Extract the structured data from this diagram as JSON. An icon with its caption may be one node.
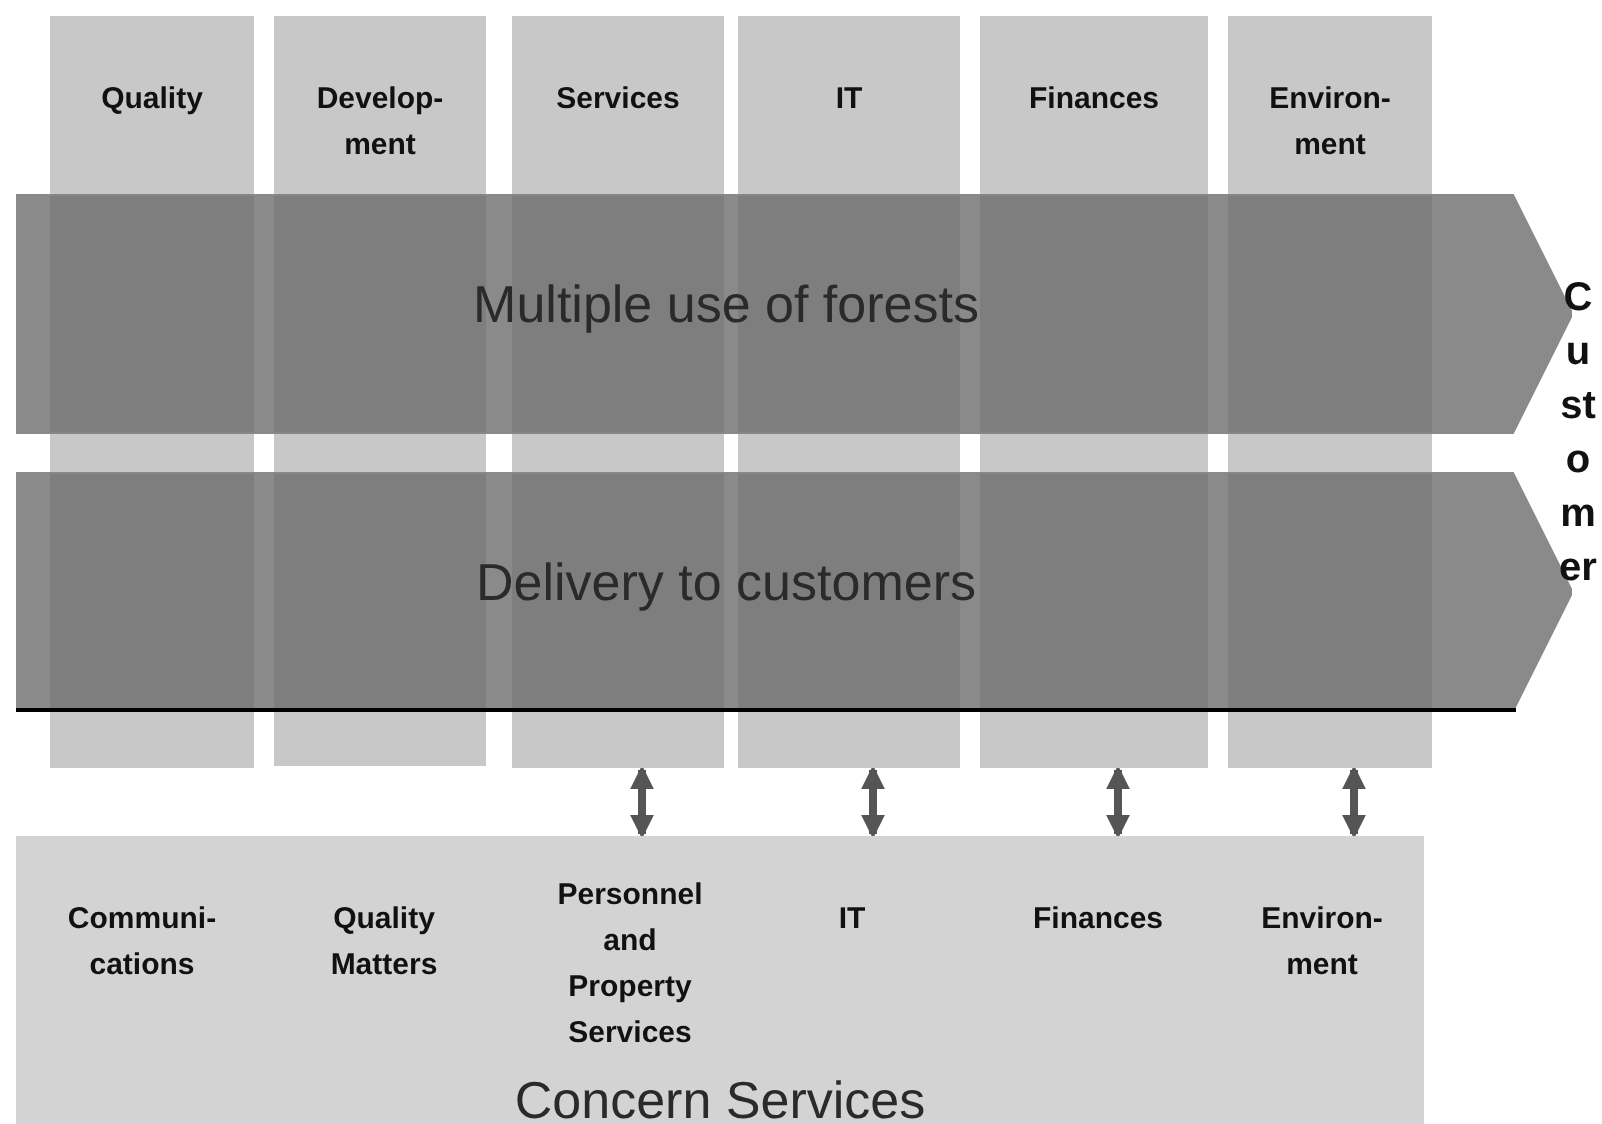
{
  "diagram": {
    "nodes": [
      {
        "text": [
          "Quality"
        ]
      },
      {
        "text": [
          "Develop- ment"
        ]
      },
      {
        "text": [
          "Services"
        ]
      },
      {
        "text": [
          "IT"
        ]
      },
      {
        "text": [
          "Finances"
        ]
      },
      {
        "text": [
          "Environ- ment"
        ]
      },
      {
        "text": [
          "Multiple use of forests"
        ]
      },
      {
        "text": [
          "Delivery to customers"
        ]
      },
      {
        "text": [
          "Concern Services"
        ]
      },
      {
        "text": [
          "Communi- cations"
        ],
        "in": 8
      },
      {
        "text": [
          "Quality Matters"
        ],
        "in": 8
      },
      {
        "text": [
          "Personnel and Property Services"
        ],
        "in": 8
      },
      {
        "text": [
          "IT"
        ],
        "in": 8
      },
      {
        "text": [
          "Finances"
        ],
        "in": 8
      },
      {
        "text": [
          "Environ- ment"
        ],
        "in": 8
      }
    ],
    "edges": [
      {
        "from": 2,
        "to": 8,
        "arrow": "both"
      },
      {
        "from": 3,
        "to": 8,
        "arrow": "both"
      },
      {
        "from": 4,
        "to": 8,
        "arrow": "both"
      },
      {
        "from": 5,
        "to": 8,
        "arrow": "both"
      }
    ],
    "labels": [
      "Customer"
    ]
  }
}
